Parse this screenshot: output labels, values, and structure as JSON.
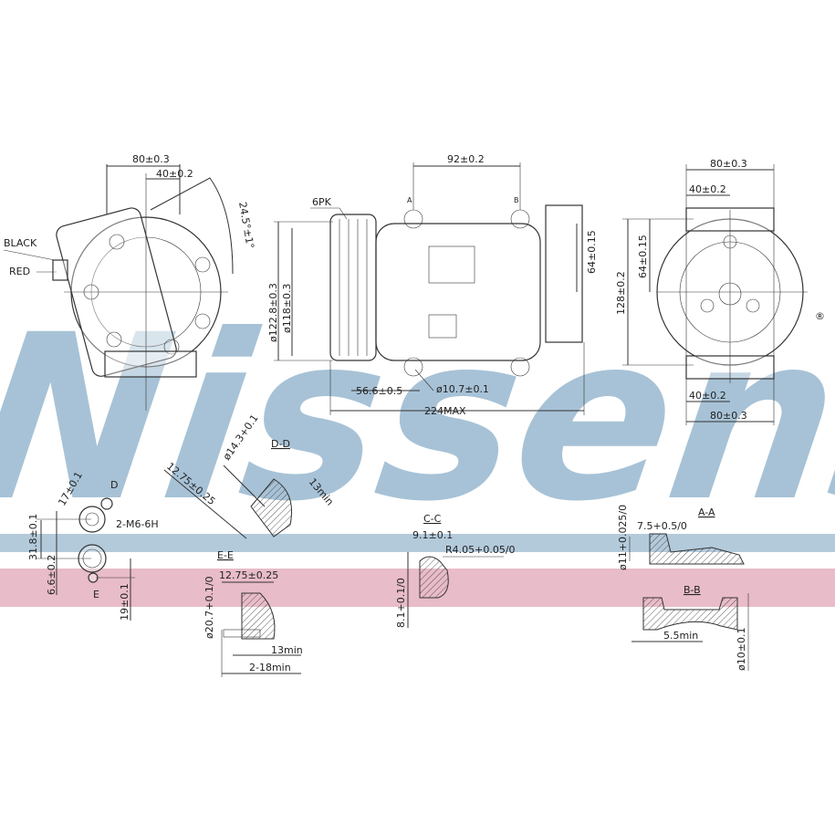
{
  "brand": {
    "watermark": "Nissens",
    "registered": "®"
  },
  "colors": {
    "watermark": "#a7c2d6",
    "band_blue": "#b3cadb",
    "band_pink": "#e8bcc8",
    "line": "#333333"
  },
  "left_view": {
    "dim_width": "80±0.3",
    "dim_half": "40±0.2",
    "angle": "24.5°±1°",
    "wire_black": "BLACK",
    "wire_red": "RED"
  },
  "side_view": {
    "pulley": "6PK",
    "dim_top": "92±0.2",
    "dia_outer": "ø122.8±0.3",
    "dia_inner": "ø118±0.3",
    "dim_56": "56.6±0.5",
    "dia_hole": "ø10.7±0.1",
    "length": "224MAX",
    "dim_64": "64±0.15",
    "section_a": "A",
    "section_b": "B"
  },
  "right_view": {
    "dim_width_top": "80±0.3",
    "dim_half_top": "40±0.2",
    "dim_64": "64±0.15",
    "dim_128": "128±0.2",
    "dim_half_bottom": "40±0.2",
    "dim_width_bottom": "80±0.3"
  },
  "port_view": {
    "dim_17": "17±0.1",
    "thread": "2-M6-6H",
    "dim_31": "31.8±0.1",
    "dim_6": "6.6±0.2",
    "dim_19": "19±0.1",
    "label_d": "D",
    "label_e": "E"
  },
  "section_dd": {
    "title": "D-D",
    "dia": "ø14.3+0.1",
    "dim_12": "12.75±0.25",
    "dim_13": "13min"
  },
  "section_ee": {
    "title": "E-E",
    "dim_12": "12.75±0.25",
    "dia": "ø20.7+0.1/0",
    "dim_13": "13min",
    "dim_18": "2-18min"
  },
  "section_cc": {
    "title": "C-C",
    "dim_9": "9.1±0.1",
    "radius": "R4.05+0.05/0",
    "dim_8": "8.1+0.1/0"
  },
  "section_aa": {
    "title": "A-A",
    "dim_7": "7.5+0.5/0",
    "dia": "ø11+0.025/0"
  },
  "section_bb": {
    "title": "B-B",
    "dim_5": "5.5min",
    "dia": "ø10±0.1"
  }
}
